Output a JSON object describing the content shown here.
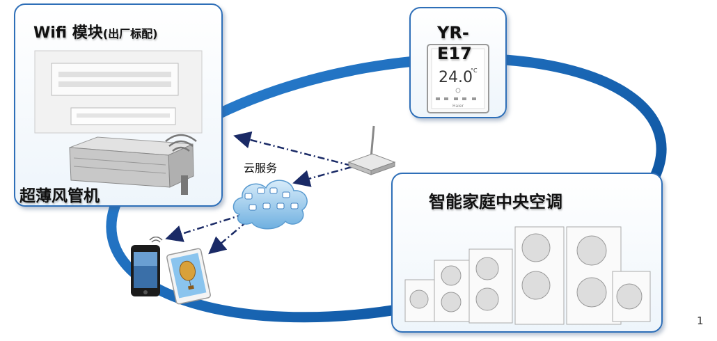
{
  "wifi_panel": {
    "title_main": "Wifi 模块",
    "title_sub": "(出厂标配)",
    "duct_label": "超薄风管机"
  },
  "yr_panel": {
    "title": "YR-E17",
    "thermostat_display": "24.0",
    "thermostat_unit": "°C",
    "thermostat_brand": "Haier"
  },
  "central_panel": {
    "title": "智能家庭中央空调"
  },
  "cloud": {
    "label": "云服务"
  },
  "page_number": "1",
  "colors": {
    "ring": "#1060b0",
    "arrow": "#1a2a66",
    "panel_border": "#2e6fb8"
  },
  "icons": [
    "ceiling-cassette-unit",
    "duct-unit",
    "wifi-icon",
    "router-icon",
    "cloud-icon",
    "smartphone-icon",
    "tablet-icon",
    "outdoor-ac-unit"
  ]
}
